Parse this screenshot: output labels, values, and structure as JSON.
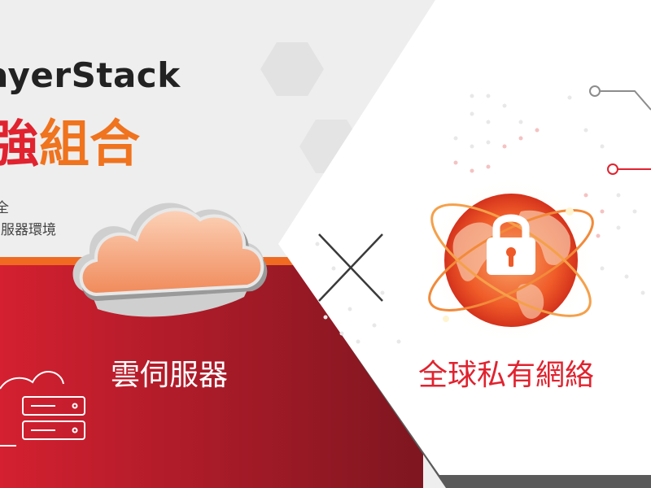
{
  "banner": {
    "brand": "ayerStack",
    "headline_part1": "強",
    "headline_part2": "組合",
    "sub_line1": "全",
    "sub_line2": "伺服器環境",
    "left_product": "雲伺服器",
    "right_product": "全球私有網絡"
  },
  "colors": {
    "red": "#e0232f",
    "orange": "#f0731e",
    "dark_red": "#8c1a23",
    "text_dark": "#222222",
    "panel_white": "#ffffff"
  },
  "icons": [
    "cloud-icon",
    "times-icon",
    "globe-icon",
    "padlock-icon",
    "server-icon",
    "circuit-lines-icon"
  ]
}
